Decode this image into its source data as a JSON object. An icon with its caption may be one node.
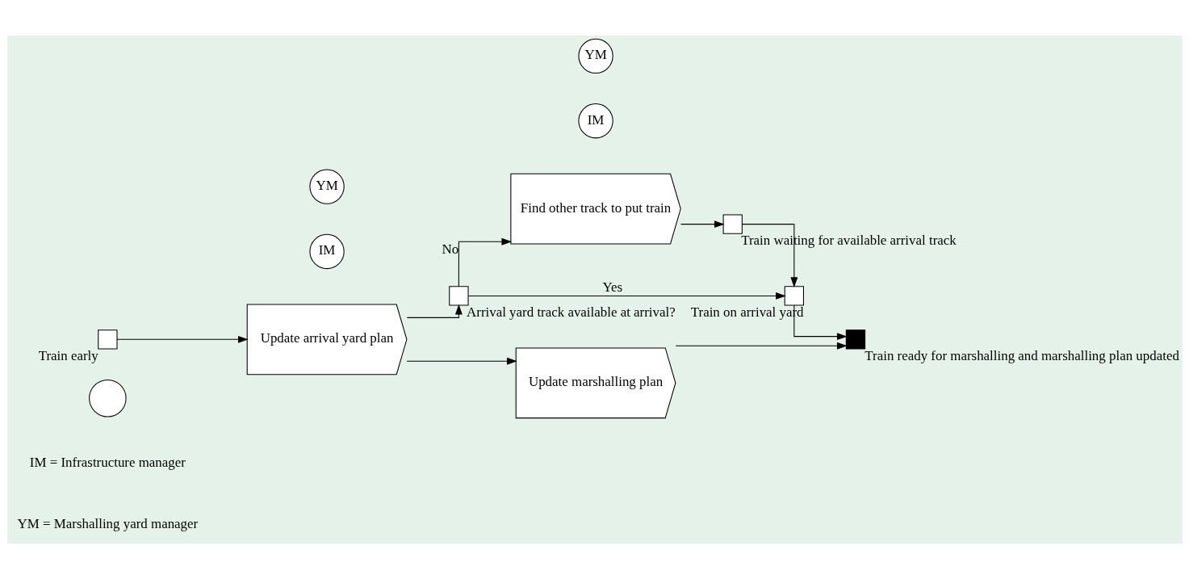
{
  "diagram": {
    "nodes": [
      {
        "text": [],
        "shape": "circle"
      },
      {
        "text": [],
        "shape": "box",
        "beside": [
          "Train early"
        ]
      },
      {
        "text": [
          "Update arrival yard plan"
        ]
      },
      {
        "text": [
          "IM"
        ]
      },
      {
        "text": [
          "YM"
        ]
      },
      {
        "text": [],
        "shape": "box",
        "beside": [
          "Arrival yard track available at arrival?"
        ]
      },
      {
        "text": [
          "Find other track to put train"
        ]
      },
      {
        "text": [
          "IM"
        ]
      },
      {
        "text": [],
        "shape": "box",
        "beside": [
          "Train waiting for available arrival track"
        ]
      },
      {
        "text": [],
        "shape": "box",
        "beside": [
          "Train on arrival yard"
        ]
      },
      {
        "text": [
          "Update marshalling plan"
        ]
      },
      {
        "text": [
          "YM"
        ]
      },
      {
        "text": [],
        "shape": "box",
        "beside": [
          "Train ready for marshalling and marshalling plan updated"
        ]
      }
    ],
    "edges": [
      {
        "from": 1,
        "to": 2,
        "arrow": "to"
      },
      {
        "from": 2,
        "to": 5,
        "arrow": "to"
      },
      {
        "from": 2,
        "to": 10,
        "arrow": "to"
      },
      {
        "from": 5,
        "to": 6,
        "arrow": "to",
        "label": "No"
      },
      {
        "from": 5,
        "to": 9,
        "arrow": "to",
        "label": "Yes"
      },
      {
        "from": 6,
        "to": 8,
        "arrow": "to"
      },
      {
        "from": 8,
        "to": 9,
        "arrow": "to"
      },
      {
        "from": 9,
        "to": 12,
        "arrow": "to"
      },
      {
        "from": 10,
        "to": 12,
        "arrow": "to"
      }
    ],
    "legend": [
      {
        "text": "IM = Infrastructure manager"
      },
      {
        "text": "YM = Marshalling yard manager"
      }
    ]
  }
}
